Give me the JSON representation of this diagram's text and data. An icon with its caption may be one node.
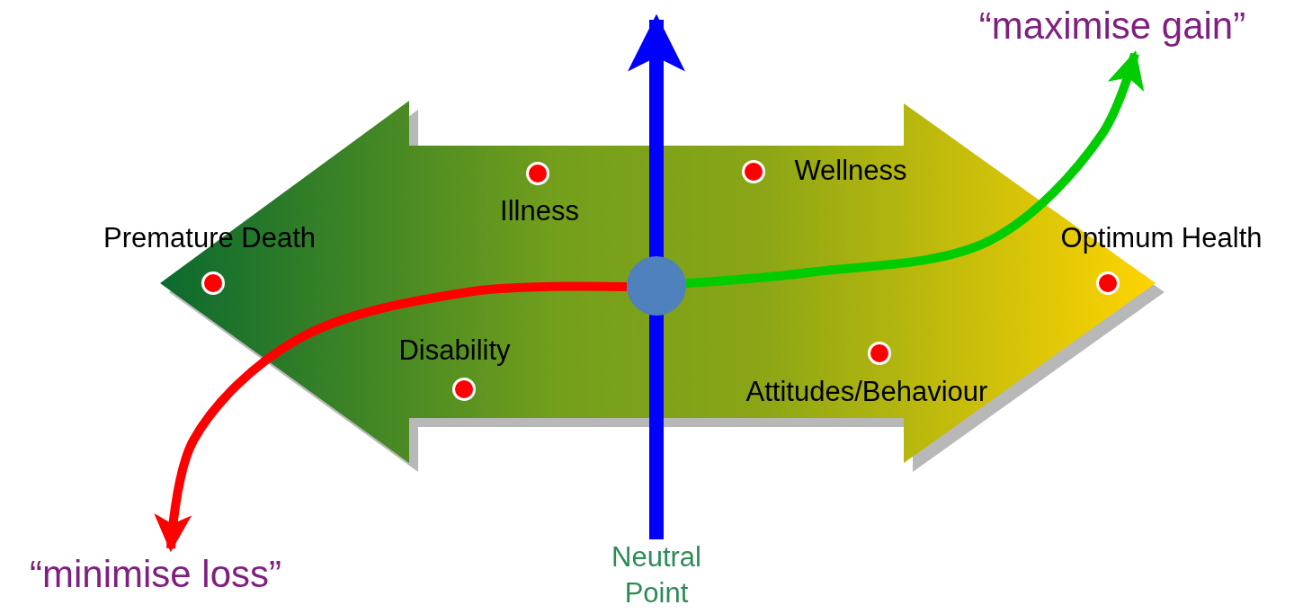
{
  "diagram": {
    "nodes": [
      {
        "text": [],
        "shape": "circle"
      },
      {
        "text": [
          "“maximise gain”"
        ]
      },
      {
        "text": [
          "“minimise loss”"
        ]
      },
      {
        "text": [
          "Neutral Point"
        ]
      },
      {
        "text": [],
        "shape": "circle",
        "beside": [
          "Illness"
        ]
      },
      {
        "text": [],
        "shape": "circle",
        "beside": [
          "Wellness"
        ]
      },
      {
        "text": [],
        "shape": "circle",
        "beside": [
          "Premature Death"
        ]
      },
      {
        "text": [],
        "shape": "circle",
        "beside": [
          "Optimum Health"
        ]
      },
      {
        "text": [],
        "shape": "circle",
        "beside": [
          "Disability"
        ]
      },
      {
        "text": [],
        "shape": "circle",
        "beside": [
          "Attitudes/Behaviour"
        ]
      }
    ],
    "edges": [
      {
        "from": 0,
        "to": 1,
        "arrow": "to",
        "color": "#00cc00"
      },
      {
        "from": 0,
        "to": 2,
        "arrow": "to",
        "color": "#ff0000"
      },
      {
        "from": 3,
        "to": null,
        "arrow": "to",
        "color": "#0000ff"
      }
    ]
  }
}
